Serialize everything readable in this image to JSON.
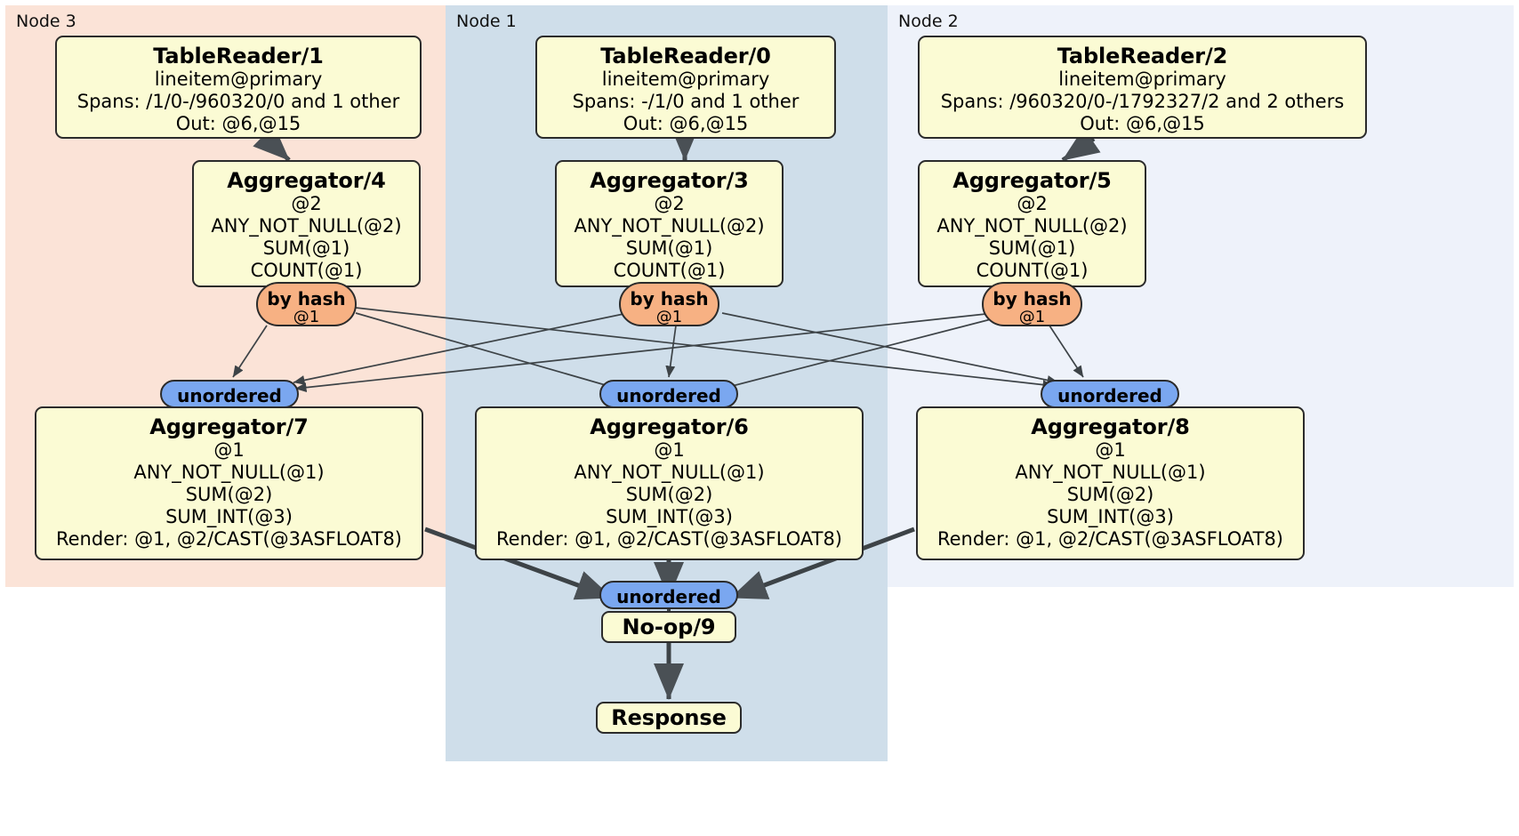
{
  "diagram": {
    "kind": "distributed-query-plan",
    "colors": {
      "node3_region": "#fbe3d7",
      "node1_region": "#cfdeea",
      "node2_region": "#eef2fa",
      "processor_box": "#fbfbd4",
      "by_hash_pill": "#f7b183",
      "unordered_pill": "#7aa7f0",
      "edge": "#3d4347",
      "stroke": "#2b2b2b"
    },
    "regions": [
      {
        "id": "node3",
        "label": "Node 3"
      },
      {
        "id": "node1",
        "label": "Node 1"
      },
      {
        "id": "node2",
        "label": "Node 2"
      }
    ],
    "processors": {
      "table_reader_1": {
        "title": "TableReader/1",
        "lines": [
          "lineitem@primary",
          "Spans: /1/0-/960320/0 and 1 other",
          "Out: @6,@15"
        ]
      },
      "table_reader_0": {
        "title": "TableReader/0",
        "lines": [
          "lineitem@primary",
          "Spans: -/1/0 and 1 other",
          "Out: @6,@15"
        ]
      },
      "table_reader_2": {
        "title": "TableReader/2",
        "lines": [
          "lineitem@primary",
          "Spans: /960320/0-/1792327/2 and 2 others",
          "Out: @6,@15"
        ]
      },
      "aggregator_4": {
        "title": "Aggregator/4",
        "lines": [
          "@2",
          "ANY_NOT_NULL(@2)",
          "SUM(@1)",
          "COUNT(@1)"
        ]
      },
      "aggregator_3": {
        "title": "Aggregator/3",
        "lines": [
          "@2",
          "ANY_NOT_NULL(@2)",
          "SUM(@1)",
          "COUNT(@1)"
        ]
      },
      "aggregator_5": {
        "title": "Aggregator/5",
        "lines": [
          "@2",
          "ANY_NOT_NULL(@2)",
          "SUM(@1)",
          "COUNT(@1)"
        ]
      },
      "aggregator_7": {
        "title": "Aggregator/7",
        "lines": [
          "@1",
          "ANY_NOT_NULL(@1)",
          "SUM(@2)",
          "SUM_INT(@3)",
          "Render: @1, @2/CAST(@3ASFLOAT8)"
        ]
      },
      "aggregator_6": {
        "title": "Aggregator/6",
        "lines": [
          "@1",
          "ANY_NOT_NULL(@1)",
          "SUM(@2)",
          "SUM_INT(@3)",
          "Render: @1, @2/CAST(@3ASFLOAT8)"
        ]
      },
      "aggregator_8": {
        "title": "Aggregator/8",
        "lines": [
          "@1",
          "ANY_NOT_NULL(@1)",
          "SUM(@2)",
          "SUM_INT(@3)",
          "Render: @1, @2/CAST(@3ASFLOAT8)"
        ]
      },
      "noop_9": {
        "title": "No-op/9",
        "lines": []
      },
      "response": {
        "title": "Response",
        "lines": []
      }
    },
    "routers": {
      "by_hash_left": {
        "type": "by hash",
        "column": "@1"
      },
      "by_hash_center": {
        "type": "by hash",
        "column": "@1"
      },
      "by_hash_right": {
        "type": "by hash",
        "column": "@1"
      },
      "unordered_left": {
        "type": "unordered"
      },
      "unordered_center": {
        "type": "unordered"
      },
      "unordered_right": {
        "type": "unordered"
      },
      "unordered_final": {
        "type": "unordered"
      }
    }
  }
}
